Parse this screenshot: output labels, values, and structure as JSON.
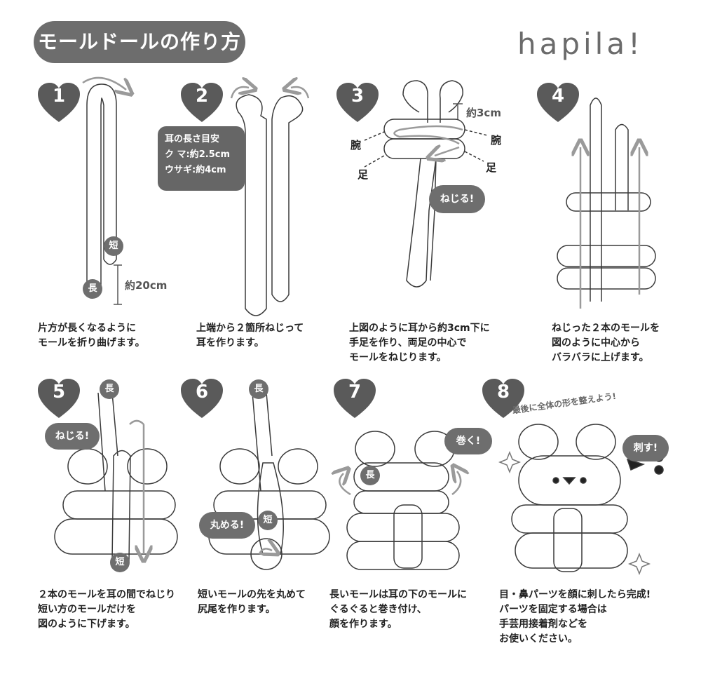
{
  "title": "モールドールの作り方",
  "logo": "hapila!",
  "info_box": {
    "heading": "耳の長さ目安",
    "lines": [
      "ク マ:約2.5cm",
      "ウサギ:約4cm"
    ]
  },
  "steps": [
    {
      "number": "1",
      "caption": [
        "片方が長くなるように",
        "モールを折り曲げます。"
      ],
      "labels": {
        "short": "短",
        "long": "長"
      },
      "measure": "約20cm"
    },
    {
      "number": "2",
      "caption": [
        "上端から２箇所ねじって",
        "耳を作ります。"
      ]
    },
    {
      "number": "3",
      "caption": [
        "上図のように耳から約3cm下に",
        "手足を作り、両足の中心で",
        "モールをねじります。"
      ],
      "measure": "約3cm",
      "labels": {
        "arm_left": "腕",
        "arm_right": "腕",
        "leg_left": "足",
        "leg_right": "足"
      },
      "bubble": "ねじる!"
    },
    {
      "number": "4",
      "caption": [
        "ねじった２本のモールを",
        "図のように中心から",
        "バラバラに上げます。"
      ]
    },
    {
      "number": "5",
      "caption": [
        "２本のモールを耳の間でねじり",
        "短い方のモールだけを",
        "図のように下げます。"
      ],
      "bubble": "ねじる!",
      "labels": {
        "long": "長",
        "short": "短"
      }
    },
    {
      "number": "6",
      "caption": [
        "短いモールの先を丸めて",
        "尻尾を作ります。"
      ],
      "bubble": "丸める!",
      "labels": {
        "long": "長",
        "short": "短"
      }
    },
    {
      "number": "7",
      "caption": [
        "長いモールは耳の下のモールに",
        "ぐるぐると巻き付け、",
        "顔を作ります。"
      ],
      "bubble": "巻く!",
      "labels": {
        "long": "長"
      }
    },
    {
      "number": "8",
      "caption": [
        "目・鼻パーツを顔に刺したら完成!",
        "パーツを固定する場合は",
        "手芸用接着剤などを",
        "お使いください。"
      ],
      "bubble": "刺す!",
      "arc_text": "最後に全体の形を整えよう!"
    }
  ],
  "colors": {
    "badge": "#6d6d6d",
    "heart": "#5a5a5a",
    "bubble": "#6e6e6e",
    "arrow": "#9a9a9a",
    "line": "#3a3a3a"
  }
}
